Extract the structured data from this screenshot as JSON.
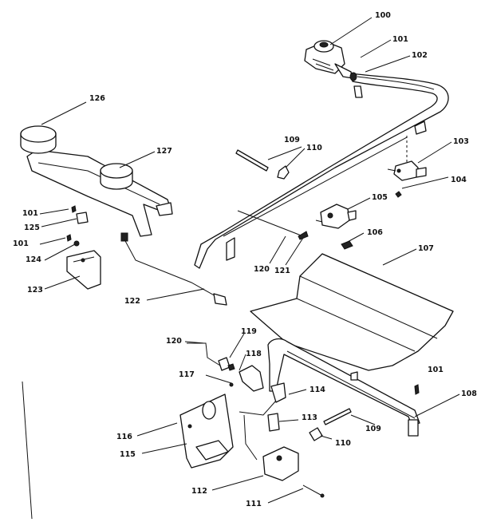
{
  "diagram": {
    "callouts": {
      "c100": "100",
      "c101_top": "101",
      "c102": "102",
      "c103": "103",
      "c104": "104",
      "c105": "105",
      "c106": "106",
      "c107": "107",
      "c108": "108",
      "c109_top": "109",
      "c110_top": "110",
      "c101_left": "101",
      "c125": "125",
      "c101_left2": "101",
      "c124": "124",
      "c123": "123",
      "c126": "126",
      "c127": "127",
      "c120_mid": "120",
      "c121": "121",
      "c122": "122",
      "c120_low": "120",
      "c119": "119",
      "c118": "118",
      "c117": "117",
      "c114": "114",
      "c101_right": "101",
      "c113": "113",
      "c109_low": "109",
      "c110_low": "110",
      "c116": "116",
      "c115": "115",
      "c112": "112",
      "c111": "111"
    }
  }
}
